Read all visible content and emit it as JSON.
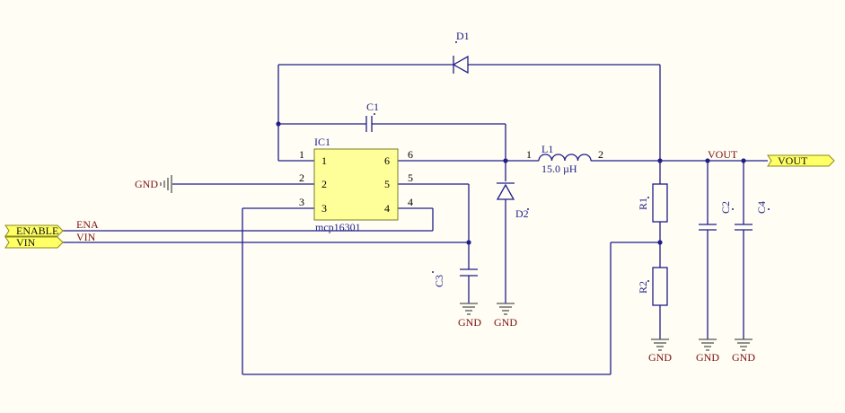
{
  "ic": {
    "ref": "IC1",
    "part": "mcp16301",
    "pin1": "1",
    "pin2": "2",
    "pin3": "3",
    "pin4": "4",
    "pin5": "5",
    "pin6": "6"
  },
  "d1": {
    "ref": "D1"
  },
  "d2": {
    "ref": "D2"
  },
  "c1": {
    "ref": "C1"
  },
  "c2": {
    "ref": "C2"
  },
  "c3": {
    "ref": "C3"
  },
  "c4": {
    "ref": "C4"
  },
  "l1": {
    "ref": "L1",
    "value": "15.0 µH",
    "pin1": "1",
    "pin2": "2"
  },
  "r1": {
    "ref": "R1"
  },
  "r2": {
    "ref": "R2"
  },
  "nets": {
    "ena": "ENA",
    "vin": "VIN",
    "vout": "VOUT",
    "gnd": "GND"
  },
  "ports": {
    "enable": "ENABLE",
    "vin": "VIN",
    "vout": "VOUT"
  },
  "colors": {
    "wire": "#1f1f8a",
    "ic_fill": "#ffff9a",
    "port_fill": "#ffff66",
    "net_label": "#7a1010",
    "background": "#fffdf4"
  }
}
